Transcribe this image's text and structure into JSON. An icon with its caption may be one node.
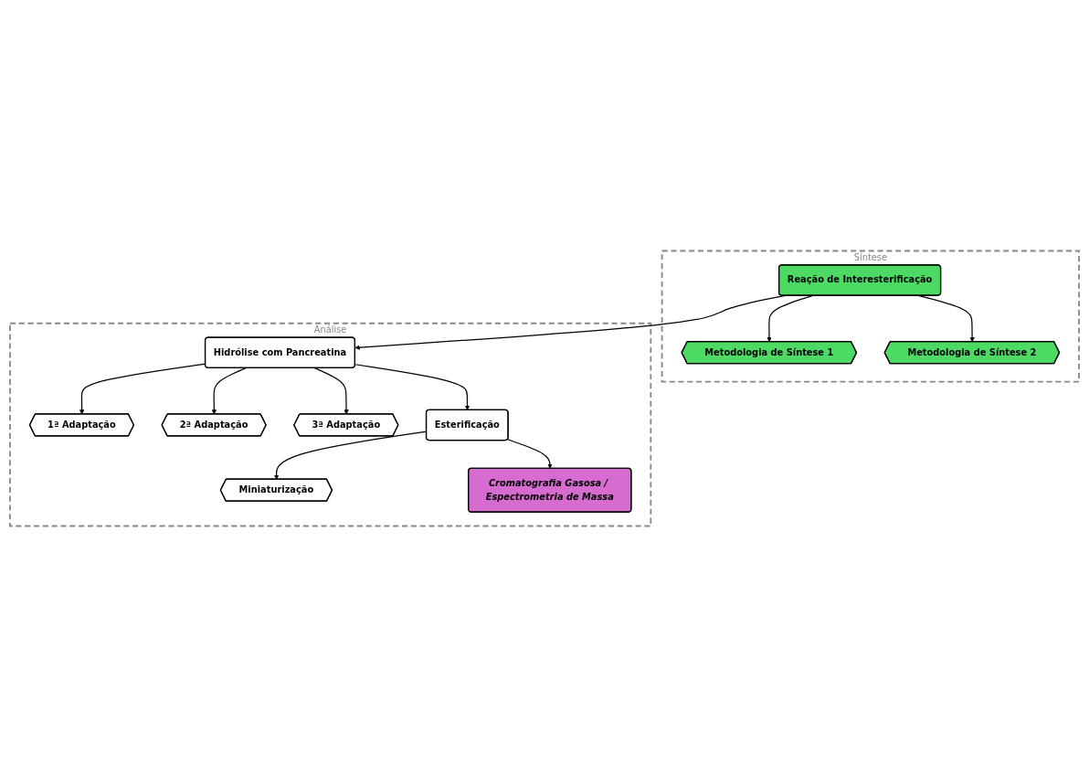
{
  "diagram": {
    "nodes": [
      {
        "text": [
          "Síntese"
        ]
      },
      {
        "text": [
          "Reação de Interesterificação"
        ],
        "in": 0
      },
      {
        "text": [
          "Metodologia de Síntese 1"
        ],
        "in": 0
      },
      {
        "text": [
          "Metodologia de Síntese 2"
        ],
        "in": 0
      },
      {
        "text": [
          "Análise"
        ]
      },
      {
        "text": [
          "Hidrólise com Pancreatina"
        ],
        "in": 4
      },
      {
        "text": [
          "1ª Adaptação"
        ],
        "in": 4
      },
      {
        "text": [
          "2ª Adaptação"
        ],
        "in": 4
      },
      {
        "text": [
          "3ª Adaptação"
        ],
        "in": 4
      },
      {
        "text": [
          "Esterificação"
        ],
        "in": 4
      },
      {
        "text": [
          "Miniaturização"
        ],
        "in": 4
      },
      {
        "text": [
          "Cromatografia Gasosa / Espectrometria de Massa"
        ],
        "in": 4
      }
    ],
    "edges": [
      {
        "from": 1,
        "to": 2,
        "arrow": "to"
      },
      {
        "from": 1,
        "to": 3,
        "arrow": "to"
      },
      {
        "from": 1,
        "to": 5,
        "arrow": "to"
      },
      {
        "from": 5,
        "to": 6,
        "arrow": "to"
      },
      {
        "from": 5,
        "to": 7,
        "arrow": "to"
      },
      {
        "from": 5,
        "to": 8,
        "arrow": "to"
      },
      {
        "from": 5,
        "to": 9,
        "arrow": "to"
      },
      {
        "from": 9,
        "to": 10,
        "arrow": "to"
      },
      {
        "from": 9,
        "to": 11,
        "arrow": "to"
      }
    ]
  }
}
